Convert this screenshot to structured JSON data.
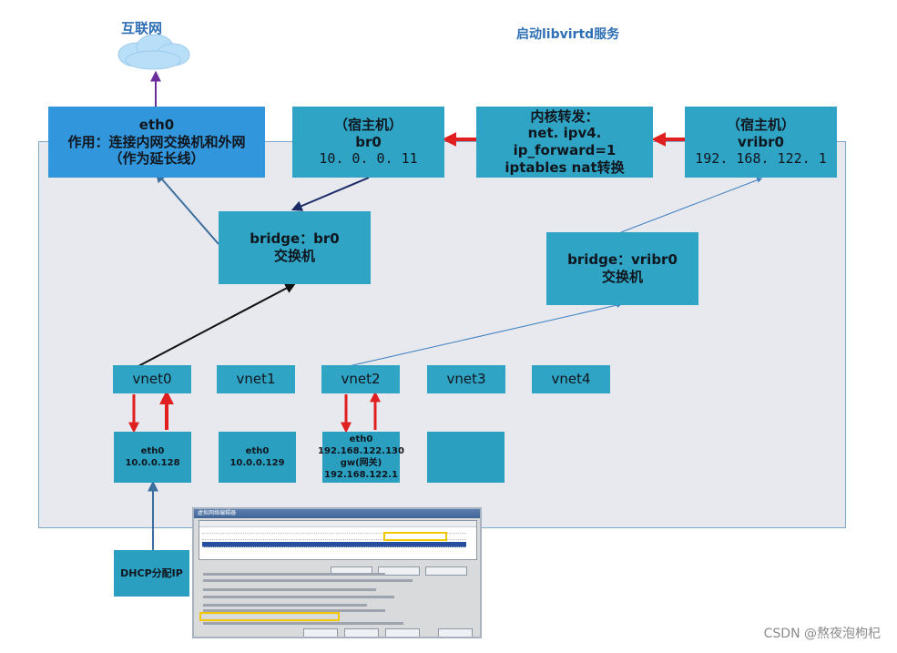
{
  "header": {
    "internet_label": "互联网",
    "title": "启动libvirtd服务"
  },
  "eth0_host": {
    "line1": "eth0",
    "line2": "作用：连接内网交换机和外网",
    "line3": "（作为延长线）"
  },
  "br0_host": {
    "line1": "（宿主机）",
    "line2": "br0",
    "line3": "10. 0. 0. 11"
  },
  "kernel_forward": {
    "line1": "内核转发：",
    "line2": "net. ipv4. ip_forward=1",
    "line3": "iptables nat转换"
  },
  "vribr0_host": {
    "line1": "（宿主机）",
    "line2": "vribr0",
    "line3": "192. 168. 122. 1"
  },
  "bridge_br0": {
    "line1": "bridge：br0",
    "line2": "交换机"
  },
  "bridge_vribr0": {
    "line1": "bridge：vribr0",
    "line2": "交换机"
  },
  "vnets": [
    "vnet0",
    "vnet1",
    "vnet2",
    "vnet3",
    "vnet4"
  ],
  "vms": [
    {
      "line1": "eth0",
      "line2": "10.0.0.128"
    },
    {
      "line1": "eth0",
      "line2": "10.0.0.129"
    },
    {
      "line1": "eth0",
      "line2": "192.168.122.130",
      "line3": "gw(网关)",
      "line4": "192.168.122.1"
    },
    {}
  ],
  "dhcp_label": "DHCP分配IP",
  "screenshot": {
    "title": "虚拟网络编辑器"
  },
  "watermark": "CSDN @熬夜泡枸杞",
  "colors": {
    "teal": "#2fa4c4",
    "blue": "#3296dc",
    "panel": "#e7e9ee",
    "red_arrow": "#e02020",
    "dark_arrow": "#1a2a66",
    "purple_arrow": "#6a2e9a",
    "light_arrow": "#3b7fc0"
  }
}
